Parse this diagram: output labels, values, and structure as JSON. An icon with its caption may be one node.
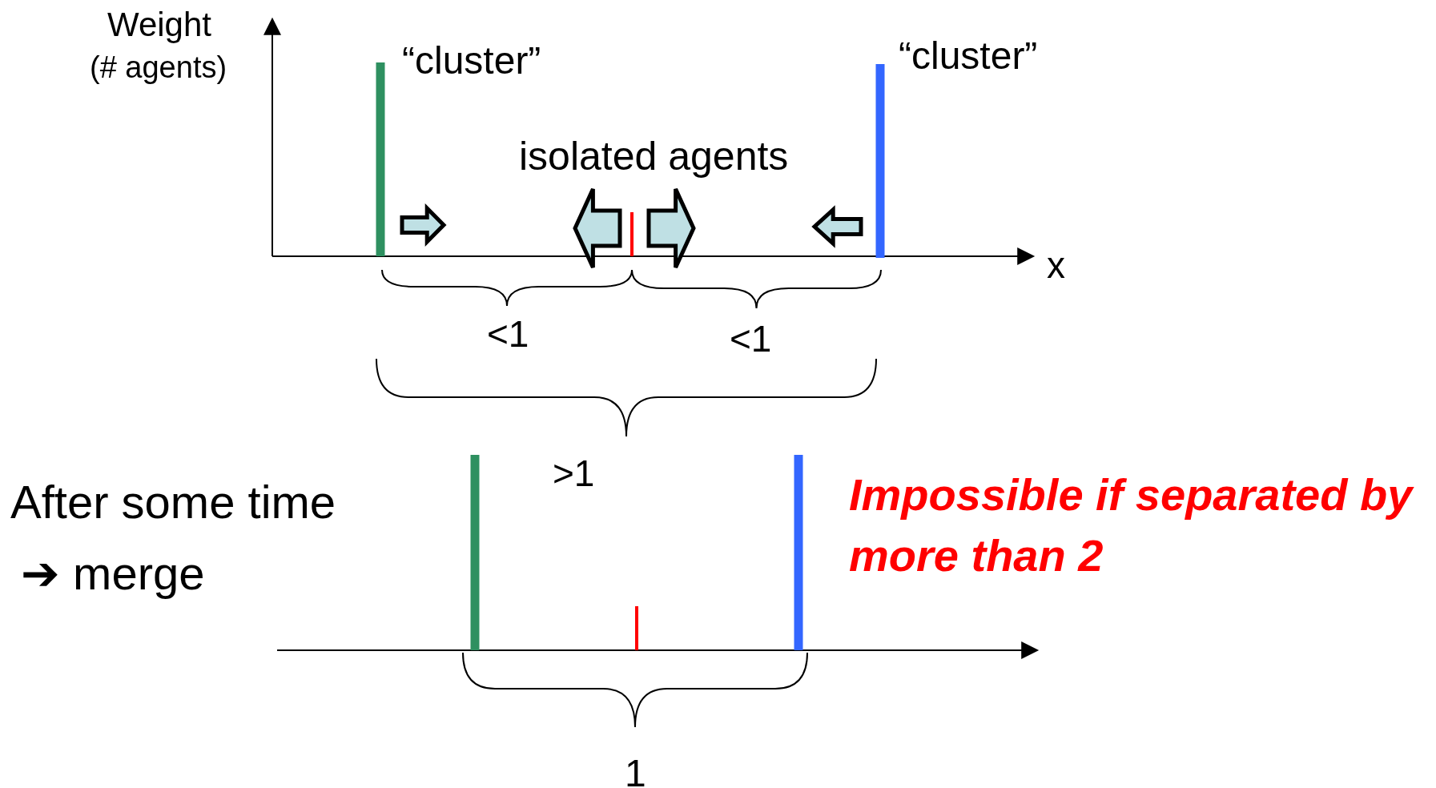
{
  "diagram": {
    "labels": [
      "Weight",
      "(# agents)",
      "“cluster”",
      "“cluster”",
      "isolated agents",
      "x",
      "<1",
      "<1",
      ">1",
      "After some time",
      "➔ merge",
      "Impossible if separated by more than 2",
      "1"
    ]
  }
}
